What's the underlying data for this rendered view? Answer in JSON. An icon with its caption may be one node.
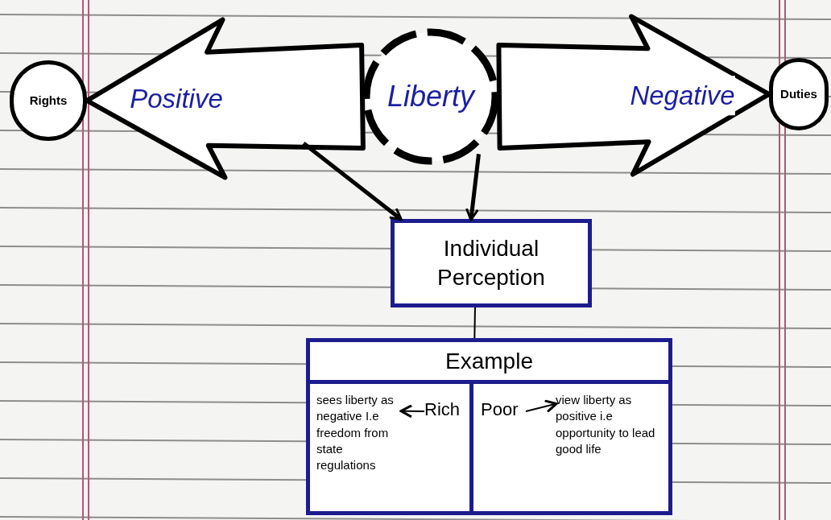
{
  "diagram": {
    "nodes": [
      {
        "text": [
          "Rights"
        ]
      },
      {
        "text": [
          "Liberty"
        ]
      },
      {
        "text": [
          "Duties"
        ]
      },
      {
        "text": [
          "Individual Perception"
        ]
      },
      {
        "text": [
          "Example"
        ]
      },
      {
        "text": [
          "sees liberty as negative I.e freedom from state regulations"
        ],
        "in": 4
      },
      {
        "text": [
          "Rich"
        ],
        "in": 4
      },
      {
        "text": [
          "Poor"
        ],
        "in": 4
      },
      {
        "text": [
          "view liberty as positive i.e opportunity to lead good life"
        ],
        "in": 4
      }
    ],
    "edges": [
      {
        "from": 1,
        "to": 0,
        "arrow": "to",
        "label": "Positive",
        "style": "thick"
      },
      {
        "from": 1,
        "to": 2,
        "arrow": "to",
        "label": "Negative",
        "style": "thick"
      },
      {
        "from": null,
        "to": 3,
        "arrow": "to",
        "style": "thick"
      },
      {
        "from": 1,
        "to": 3,
        "arrow": "to",
        "style": "thick"
      },
      {
        "from": 3,
        "to": 4,
        "arrow": "none"
      },
      {
        "from": 6,
        "to": 5,
        "arrow": "to"
      },
      {
        "from": 7,
        "to": 8,
        "arrow": "to"
      }
    ]
  }
}
